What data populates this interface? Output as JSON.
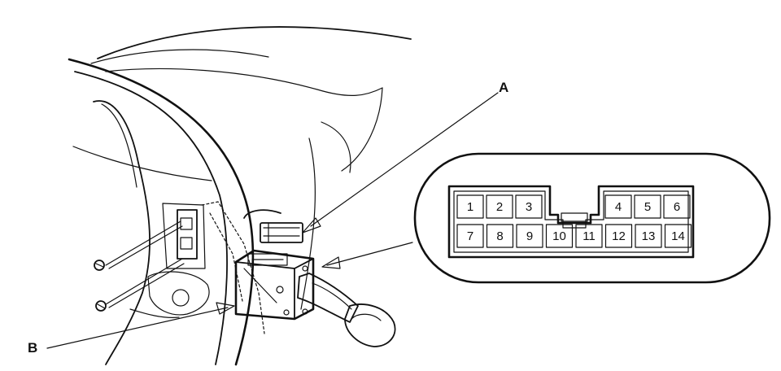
{
  "callouts": {
    "a": "A",
    "b": "B"
  },
  "connector": {
    "top_row": [
      "1",
      "2",
      "3",
      "4",
      "5",
      "6"
    ],
    "bottom_row": [
      "7",
      "8",
      "9",
      "10",
      "11",
      "12",
      "13",
      "14"
    ]
  },
  "colors": {
    "ink": "#111111",
    "background": "#ffffff"
  }
}
